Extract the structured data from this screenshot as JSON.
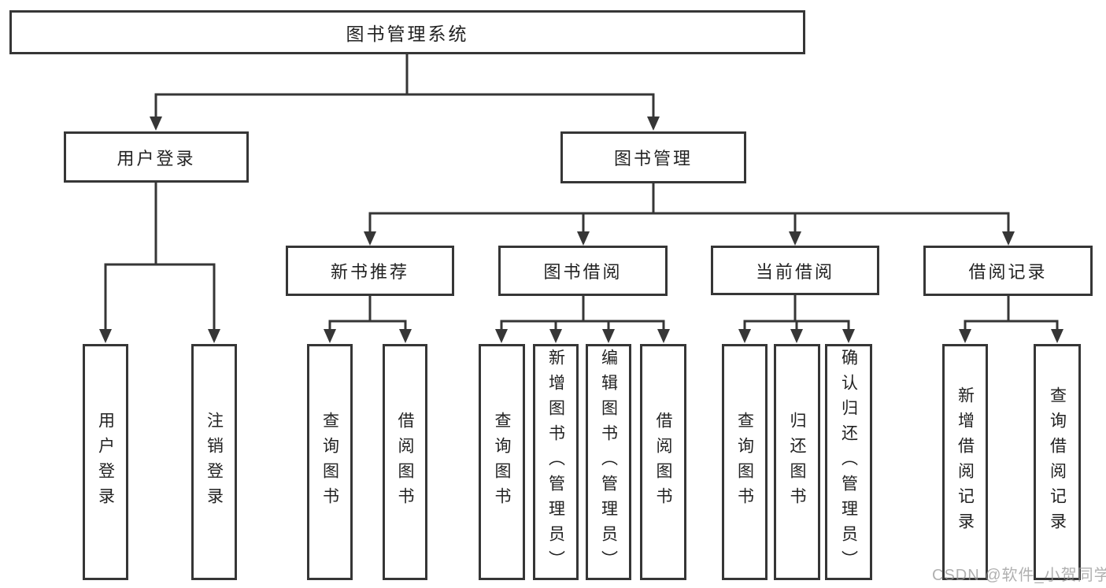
{
  "tree": {
    "root": "图书管理系统",
    "branches": [
      {
        "label": "用户登录",
        "children": [
          "用户登录",
          "注销登录"
        ]
      },
      {
        "label": "图书管理",
        "children": [
          {
            "label": "新书推荐",
            "children": [
              "查询图书",
              "借阅图书"
            ]
          },
          {
            "label": "图书借阅",
            "children": [
              "查询图书",
              "新增图书（管理员）",
              "编辑图书（管理员）",
              "借阅图书"
            ]
          },
          {
            "label": "当前借阅",
            "children": [
              "查询图书",
              "归还图书",
              "确认归还（管理员）"
            ]
          },
          {
            "label": "借阅记录",
            "children": [
              "新增借阅记录",
              "查询借阅记录"
            ]
          }
        ]
      }
    ]
  },
  "watermark": "CSDN @软件_小贺同学",
  "colors": {
    "line": "#363636",
    "box_border": "#363636",
    "text": "#222222",
    "box_background": "#ffffff",
    "page_background": "#ffffff",
    "watermark": "#b5b5b5"
  }
}
